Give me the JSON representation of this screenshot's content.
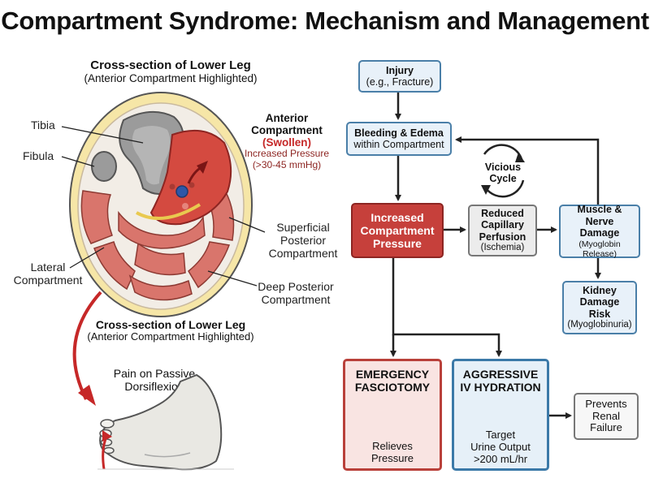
{
  "title": "Compartment Syndrome: Mechanism and Management",
  "cross_section": {
    "heading": "Cross-section of Lower Leg",
    "subheading": "(Anterior Compartment Highlighted)",
    "labels": {
      "tibia": "Tibia",
      "fibula": "Fibula",
      "lateral_line1": "Lateral",
      "lateral_line2": "Compartment",
      "superficial_line1": "Superficial",
      "superficial_line2": "Posterior",
      "superficial_line3": "Compartment",
      "deep_line1": "Deep Posterior",
      "deep_line2": "Compartment",
      "anterior_line1": "Anterior",
      "anterior_line2": "Compartment",
      "swollen": "(Swollen)",
      "pressure_line1": "Increased Pressure",
      "pressure_line2": "(>30-45 mmHg)"
    }
  },
  "cross_section_repeat": {
    "heading": "Cross-section of Lower Leg",
    "subheading": "(Anterior Compartment Highlighted)"
  },
  "foot": {
    "line1": "Pain on Passive",
    "line2": "Dorsiflexion"
  },
  "flow": {
    "injury": {
      "line1": "Injury",
      "line2": "(e.g., Fracture)"
    },
    "bleeding": {
      "line1": "Bleeding & Edema",
      "line2": "within Compartment"
    },
    "vicious": {
      "line1": "Vicious",
      "line2": "Cycle"
    },
    "pressure": {
      "line1": "Increased",
      "line2": "Compartment",
      "line3": "Pressure"
    },
    "perfusion": {
      "line1": "Reduced",
      "line2": "Capillary",
      "line3": "Perfusion",
      "line4": "(Ischemia)"
    },
    "muscle": {
      "line1": "Muscle &",
      "line2": "Nerve",
      "line3": "Damage",
      "line4": "(Myoglobin Release)"
    },
    "kidney": {
      "line1": "Kidney",
      "line2": "Damage",
      "line3": "Risk",
      "line4": "(Myoglobinuria)"
    },
    "fasciotomy": {
      "line1": "EMERGENCY",
      "line2": "FASCIOTOMY",
      "line3": "Relieves",
      "line4": "Pressure"
    },
    "hydration": {
      "line1": "AGGRESSIVE",
      "line2": "IV HYDRATION",
      "line3": "Target",
      "line4": "Urine Output",
      "line5": ">200 mL/hr"
    },
    "renal": {
      "line1": "Prevents",
      "line2": "Renal",
      "line3": "Failure"
    }
  },
  "colors": {
    "flow_border": "#4a7fa8",
    "flow_fill": "#e8f1f9",
    "pressure_red": "#c6403b",
    "muscle_red": "#d9756c",
    "swollen_red": "#c62828"
  }
}
